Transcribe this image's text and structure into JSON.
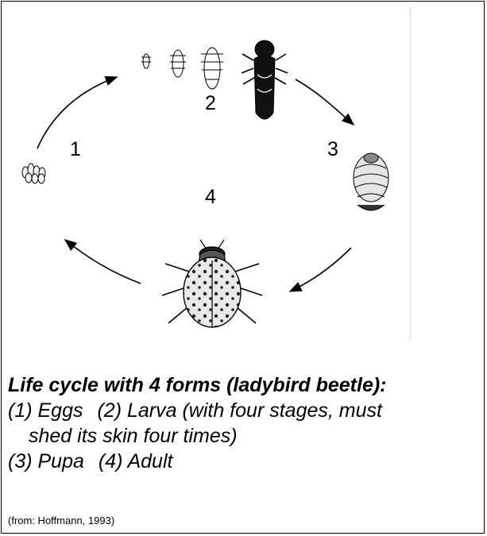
{
  "diagram": {
    "stage_numbers": [
      "1",
      "2",
      "3",
      "4"
    ],
    "icons": {
      "eggs": "egg-cluster-icon",
      "larva": "larva-stages-icon",
      "pupa": "pupa-icon",
      "adult": "ladybird-beetle-icon"
    }
  },
  "caption": {
    "title": "Life cycle with 4 forms (ladybird beetle):",
    "eggs": "(1) Eggs",
    "larva": "(2) Larva (with four stages, must",
    "larva_cont": "shed its skin four times)",
    "pupa": "(3) Pupa",
    "adult": "(4) Adult"
  },
  "source": "(from: Hoffmann, 1993)"
}
